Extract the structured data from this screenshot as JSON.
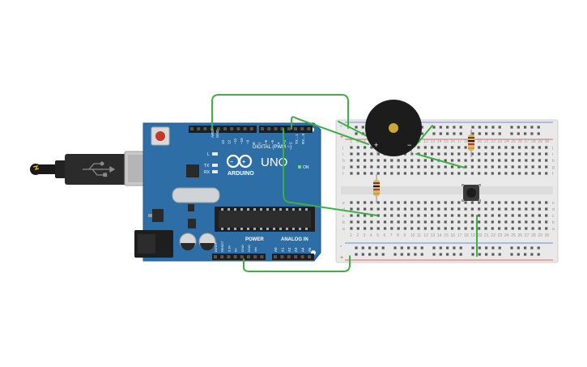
{
  "workspace": {
    "title": "",
    "background": "#ffffff"
  },
  "arduino": {
    "board_name": "UNO",
    "brand": "ARDUINO",
    "digital_label": "DIGITAL (PWM ~)",
    "power_label": "POWER",
    "analog_label": "ANALOG IN",
    "on_label": "ON",
    "l_label": "L",
    "tx_label": "TX",
    "rx_label": "RX",
    "aref_label": "AREF",
    "gnd_label": "GND",
    "top_pins": [
      "13",
      "12",
      "~11",
      "~10",
      "~9",
      "8",
      "7",
      "~6",
      "~5",
      "4",
      "~3",
      "2",
      "TX→1",
      "RX←0"
    ],
    "power_pins": [
      "IOREF",
      "RESET",
      "3.3V",
      "5V",
      "GND",
      "GND",
      "Vin"
    ],
    "analog_pins": [
      "A0",
      "A1",
      "A2",
      "A3",
      "A4",
      "A5"
    ],
    "color": "#2e6ea6"
  },
  "breadboard": {
    "row_letters_top": [
      "j",
      "i",
      "h",
      "g",
      "f"
    ],
    "row_letters_bottom": [
      "e",
      "d",
      "c",
      "b",
      "a"
    ],
    "columns": 30,
    "rail_plus": "+",
    "rail_minus": "-",
    "rail_red": "#d23c3c",
    "rail_blue": "#3c6fd2"
  },
  "components": {
    "buzzer": {
      "plus_label": "+",
      "minus_label": "−"
    },
    "resistor_count": 2,
    "pushbutton_count": 1
  },
  "wires": {
    "color": "#3cb043"
  }
}
